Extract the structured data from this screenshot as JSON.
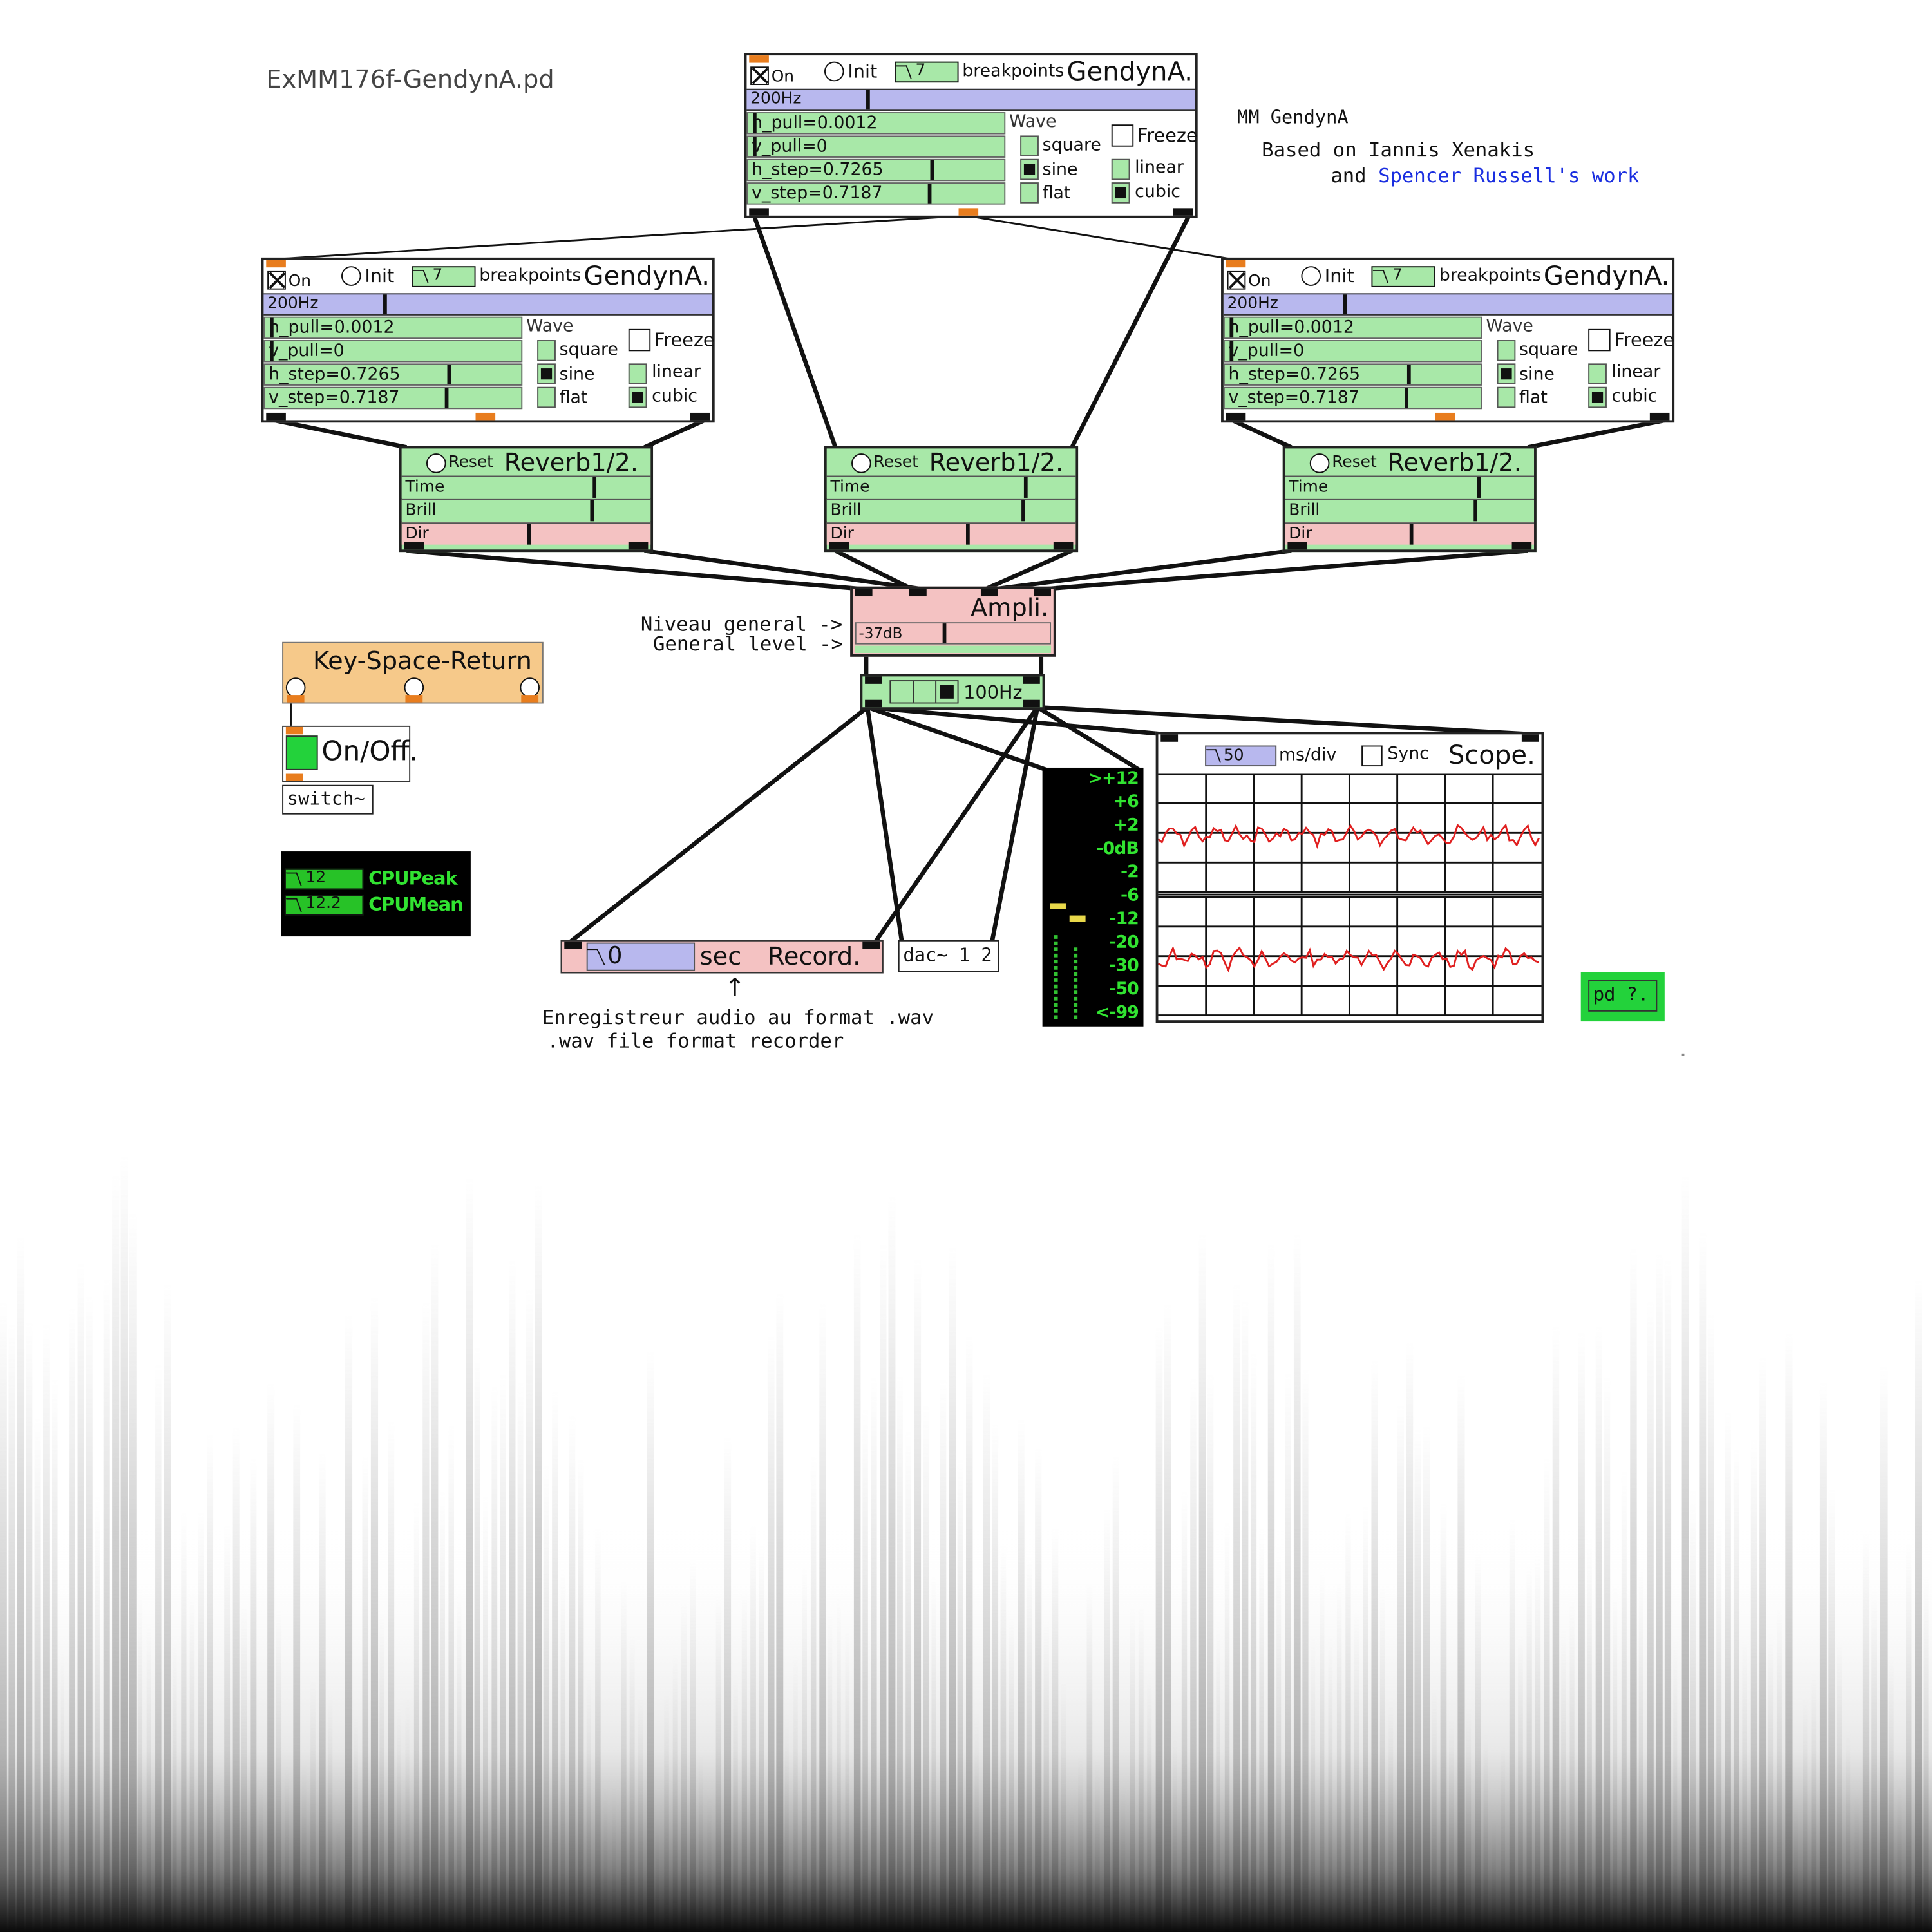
{
  "window": {
    "filename": "ExMM176f-GendynA.pd"
  },
  "info": {
    "line1": "MM GendynA",
    "line2": "Based on Iannis Xenakis",
    "line3_prefix": "and",
    "line3_link": "Spencer Russell's work"
  },
  "gendyn_labels": {
    "on": "On",
    "init": "Init",
    "breakpoints_value": "7",
    "breakpoints": "breakpoints",
    "title": "GendynA.",
    "freq": "200Hz",
    "h_pull": "h_pull=0.0012",
    "v_pull": "v_pull=0",
    "h_step": "h_step=0.7265",
    "v_step": "v_step=0.7187",
    "wave": "Wave",
    "square": "square",
    "sine": "sine",
    "flat": "flat",
    "freeze": "Freeze",
    "linear": "linear",
    "cubic": "cubic"
  },
  "gendyn_units": [
    {
      "id": "top",
      "on": true,
      "wave": "sine",
      "interp": "cubic",
      "freeze": false
    },
    {
      "id": "left",
      "on": true,
      "wave": "sine",
      "interp": "cubic",
      "freeze": false
    },
    {
      "id": "right",
      "on": true,
      "wave": "sine",
      "interp": "cubic",
      "freeze": false
    }
  ],
  "reverb_labels": {
    "reset": "Reset",
    "title": "Reverb1/2.",
    "time": "Time",
    "brill": "Brill",
    "dir": "Dir"
  },
  "ampli": {
    "title": "Ampli.",
    "level": "-37dB"
  },
  "level_comment": {
    "fr": "Niveau general ->",
    "en": "General level ->"
  },
  "filter": {
    "freq": "100Hz"
  },
  "keys": {
    "title": "Key-Space-Return"
  },
  "onoff": {
    "label": "On/Off.",
    "switch": "switch~"
  },
  "cpu": {
    "peak_value": "12",
    "peak_label": "CPUPeak",
    "mean_value": "12.2",
    "mean_label": "CPUMean"
  },
  "record": {
    "value": "0",
    "unit": "sec",
    "title": "Record.",
    "arrow": "↑",
    "comment_fr": "Enregistreur audio au format .wav",
    "comment_en": ".wav file format recorder"
  },
  "dac": {
    "label": "dac~ 1 2"
  },
  "meter": {
    "ticks": [
      ">+12",
      "+6",
      "+2",
      "-0dB",
      "-2",
      "-6",
      "-12",
      "-20",
      "-30",
      "-50",
      "<-99"
    ]
  },
  "scope": {
    "value": "50",
    "unit": "ms/div",
    "sync": "Sync",
    "title": "Scope."
  },
  "subpatch": {
    "label": "pd ?."
  },
  "colors": {
    "green_ui": "#a8e8a8",
    "freq_bar": "#b8b8ee",
    "pink_ui": "#f4c2c2",
    "orange_ui": "#f6c98a",
    "meter_green": "#31e331",
    "trace": "#e02020",
    "link": "#1a2ee0"
  }
}
